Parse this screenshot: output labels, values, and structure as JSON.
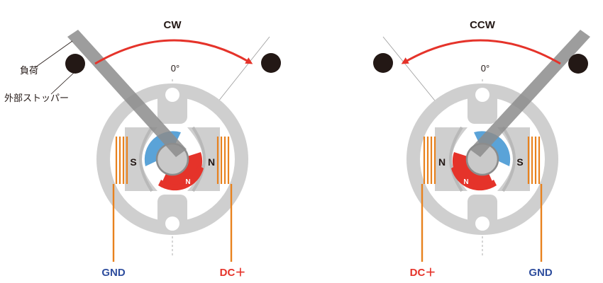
{
  "colors": {
    "stator": "#cfcfcf",
    "stator_dark": "#b9b9b9",
    "rotor": "#c9c9c9",
    "arm": "#8c8c8c",
    "red": "#e5332a",
    "blue": "#5aa3d8",
    "coil": "#e8821e",
    "gnd": "#2f4e9e",
    "dc": "#e5332a",
    "stopper": "#231815"
  },
  "left": {
    "direction": "CW",
    "zero": "0°",
    "pole_left": "S",
    "pole_right": "N",
    "rotor_pole": "N",
    "wire_left": "GND",
    "wire_right": "DC＋"
  },
  "right": {
    "direction": "CCW",
    "zero": "0°",
    "pole_left": "N",
    "pole_right": "S",
    "rotor_pole": "N",
    "wire_left": "DC＋",
    "wire_right": "GND"
  },
  "callouts": {
    "load": "負荷",
    "stopper": "外部ストッパー"
  }
}
